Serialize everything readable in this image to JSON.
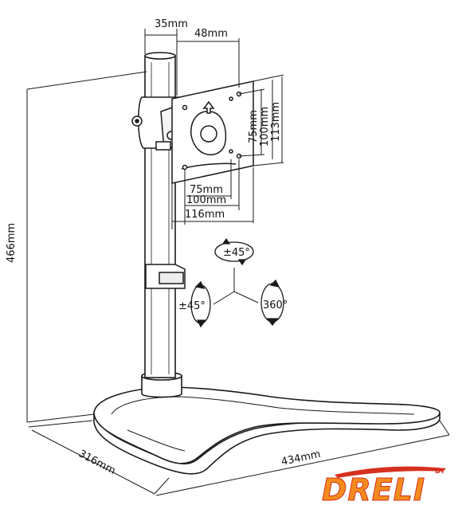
{
  "dimensions": {
    "arm_offset": "35mm",
    "arm_depth": "48mm",
    "vesa_v_75": "75mm",
    "vesa_v_100": "100mm",
    "vesa_v_113": "113mm",
    "vesa_h_75": "75mm",
    "vesa_h_100": "100mm",
    "vesa_h_116": "116mm",
    "height": "466mm",
    "base_depth": "316mm",
    "base_width": "434mm"
  },
  "motion": {
    "tilt": "±45°",
    "swivel": "±45°",
    "rotate": "360°"
  },
  "logo": {
    "by": "BY",
    "brand": "DRELI"
  },
  "colors": {
    "line": "#1a1a1a",
    "logo_orange": "#f28c1e",
    "logo_red": "#d6301f"
  }
}
